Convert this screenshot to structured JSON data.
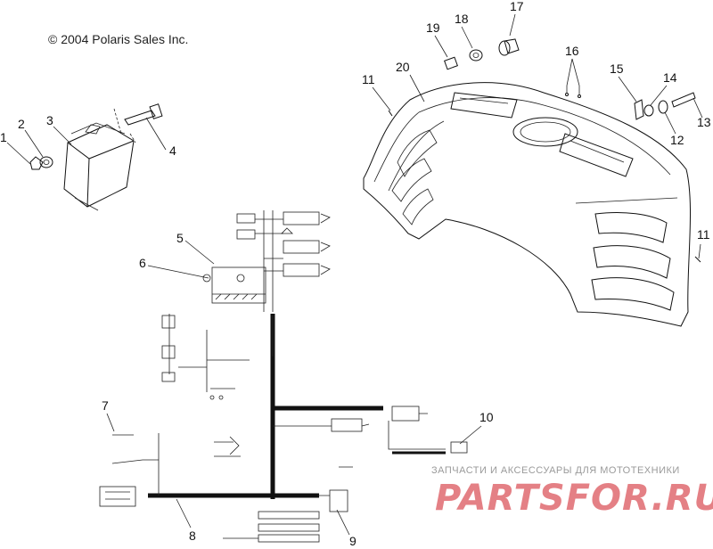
{
  "copyright": "© 2004 Polaris Sales Inc.",
  "watermark": {
    "tagline": "ЗАПЧАСТИ И АКСЕССУАРЫ ДЛЯ МОТОТЕХНИКИ",
    "logo": "PARTSFOR.RU",
    "color": "#e06a70"
  },
  "callouts": [
    "1",
    "2",
    "3",
    "4",
    "5",
    "6",
    "7",
    "8",
    "9",
    "10",
    "11",
    "11",
    "12",
    "13",
    "14",
    "15",
    "16",
    "17",
    "18",
    "19",
    "20"
  ]
}
